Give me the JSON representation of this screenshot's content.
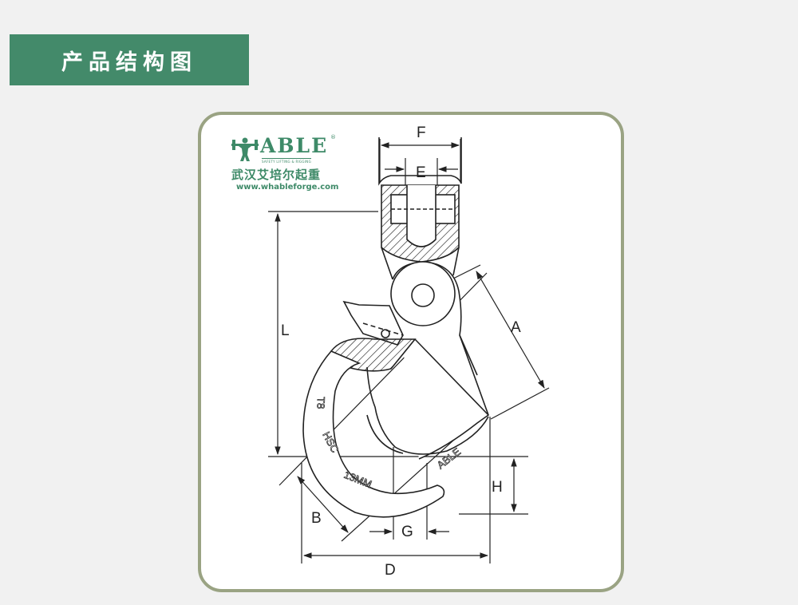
{
  "header": {
    "title": "产品结构图"
  },
  "logo": {
    "brand": "ABLE",
    "reg_mark": "®",
    "tagline": "SAFETY LIFTING & RIGGING",
    "chinese_name": "武汉艾培尔起重",
    "website": "www.whableforge.com",
    "color": "#3e8a68"
  },
  "dimensions": {
    "F": "F",
    "E": "E",
    "A": "A",
    "L": "L",
    "B": "B",
    "G": "G",
    "H": "H",
    "D": "D"
  },
  "engravings": {
    "grade": "T8",
    "mark": "HSC",
    "size": "13MM",
    "brand": "ABLE"
  },
  "colors": {
    "banner": "#438a6a",
    "card_border": "#9aa383",
    "line": "#222222"
  }
}
